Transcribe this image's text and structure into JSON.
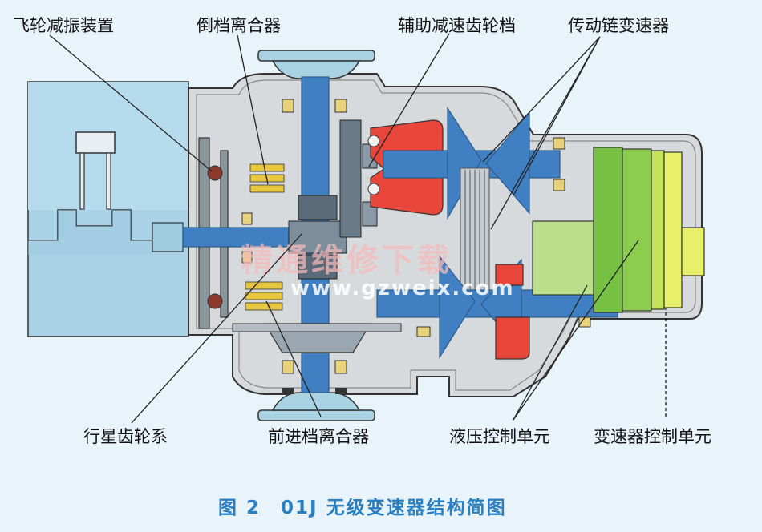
{
  "labels": {
    "flywheel_damper": "飞轮减振装置",
    "reverse_clutch": "倒档离合器",
    "aux_reduction_gear": "辅助减速齿轮档",
    "chain_variator": "传动链变速器",
    "planetary_gear": "行星齿轮系",
    "forward_clutch": "前进档离合器",
    "hydraulic_control": "液压控制单元",
    "transmission_control": "变速器控制单元"
  },
  "caption": "图 2　01J 无级变速器结构简图",
  "watermark": {
    "cn": "精通维修下载",
    "url": "www.gzweix.com"
  },
  "colors": {
    "housing": "#d7dadd",
    "engine_block": "#aad2e6",
    "shaft": "#3f7fc2",
    "red_piston": "#e8463a",
    "green_module": "#76c043",
    "yellow_module": "#e8ef6a",
    "caption": "#2a7fc0"
  }
}
